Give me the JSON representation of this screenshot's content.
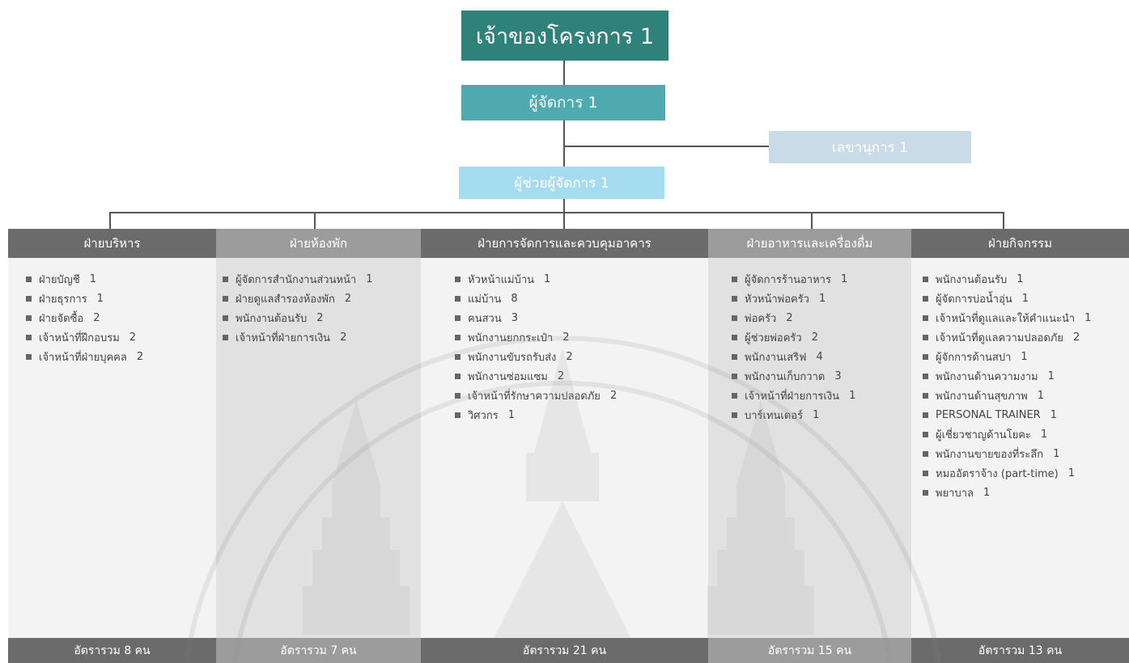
{
  "top": {
    "owner": "เจ้าของโครงการ 1",
    "manager": "ผู้จัดการ  1",
    "secretary": "เลขานุการ  1",
    "assistant": "ผู้ช่วยผู้จัดการ  1"
  },
  "departments": [
    {
      "name": "ฝ่ายบริหาร",
      "footer": "อัตรารวม 8 คน",
      "items": [
        {
          "label": "ฝ่ายบัญชี",
          "count": "1"
        },
        {
          "label": "ฝ่ายธุรการ",
          "count": "1"
        },
        {
          "label": "ฝ่ายจัดซื้อ",
          "count": "2"
        },
        {
          "label": "เจ้าหน้าที่ฝึกอบรม",
          "count": "2"
        },
        {
          "label": "เจ้าหน้าที่ฝ่ายบุคคล",
          "count": "2"
        }
      ]
    },
    {
      "name": "ฝ่ายห้องพัก",
      "footer": "อัตรารวม 7 คน",
      "items": [
        {
          "label": "ผู้จัดการสำนักงานส่วนหน้า",
          "count": "1"
        },
        {
          "label": "ฝ่ายดูแลสำรองห้องพัก",
          "count": "2"
        },
        {
          "label": "พนักงานต้อนรับ",
          "count": "2"
        },
        {
          "label": "เจ้าหน้าที่ฝ่ายการเงิน",
          "count": "2"
        }
      ]
    },
    {
      "name": "ฝ่ายการจัดการและควบคุมอาคาร",
      "footer": "อัตรารวม 21 คน",
      "items": [
        {
          "label": "หัวหน้าแม่บ้าน",
          "count": "1"
        },
        {
          "label": "แม่บ้าน",
          "count": "8"
        },
        {
          "label": "คนสวน",
          "count": "3"
        },
        {
          "label": "พนักงานยกกระเป๋า",
          "count": "2"
        },
        {
          "label": "พนักงานขับรถรับส่ง",
          "count": "2"
        },
        {
          "label": "พนักงานซ่อมแซม",
          "count": "2"
        },
        {
          "label": "เจ้าหน้าที่รักษาความปลอดภัย",
          "count": "2"
        },
        {
          "label": "วิศวกร",
          "count": "1"
        }
      ]
    },
    {
      "name": "ฝ่ายอาหารและเครื่องดื่ม",
      "footer": "อัตรารวม 15 คน",
      "items": [
        {
          "label": "ผู้จัดการร้านอาหาร",
          "count": "1"
        },
        {
          "label": "หัวหน้าพ่อครัว",
          "count": "1"
        },
        {
          "label": "พ่อครัว",
          "count": "2"
        },
        {
          "label": "ผู้ช่วยพ่อครัว",
          "count": "2"
        },
        {
          "label": "พนักงานเสริฟ",
          "count": "4"
        },
        {
          "label": "พนักงานเก็บกวาด",
          "count": "3"
        },
        {
          "label": "เจ้าหน้าที่ฝ่ายการเงิน",
          "count": "1"
        },
        {
          "label": "บาร์เทนเดอร์",
          "count": "1"
        }
      ]
    },
    {
      "name": "ฝ่ายกิจกรรม",
      "footer": "อัตรารวม 13 คน",
      "items": [
        {
          "label": "พนักงานต้อนรับ",
          "count": "1"
        },
        {
          "label": "ผู้จัดการบ่อน้ำอุ่น",
          "count": "1"
        },
        {
          "label": "เจ้าหน้าที่ดูแลและให้คำแนะนำ",
          "count": "1"
        },
        {
          "label": "เจ้าหน้าที่ดูแลความปลอดภัย",
          "count": "2"
        },
        {
          "label": "ผู้จักการด้านสปา",
          "count": "1"
        },
        {
          "label": "พนักงานด้านความงาม",
          "count": "1"
        },
        {
          "label": "พนักงานด้านสุขภาพ",
          "count": "1"
        },
        {
          "label": "PERSONAL TRAINER",
          "count": "1"
        },
        {
          "label": "ผู้เชี่ยวชาญด้านโยคะ",
          "count": "1"
        },
        {
          "label": "พนักงานขายของที่ระลึก",
          "count": "1"
        },
        {
          "label": "หมออัตราจ้าง (part-time)",
          "count": "1"
        },
        {
          "label": "พยาบาล",
          "count": "1"
        }
      ]
    }
  ],
  "colors": {
    "owner": "#2f8279",
    "manager": "#4faab0",
    "secretary": "#c8dbe6",
    "assistant": "#a6dcef",
    "header_dark": "#6b6b6b",
    "header_light": "#9c9c9c",
    "body_light": "#f3f3f3",
    "body_dark": "#e1e1e1"
  }
}
